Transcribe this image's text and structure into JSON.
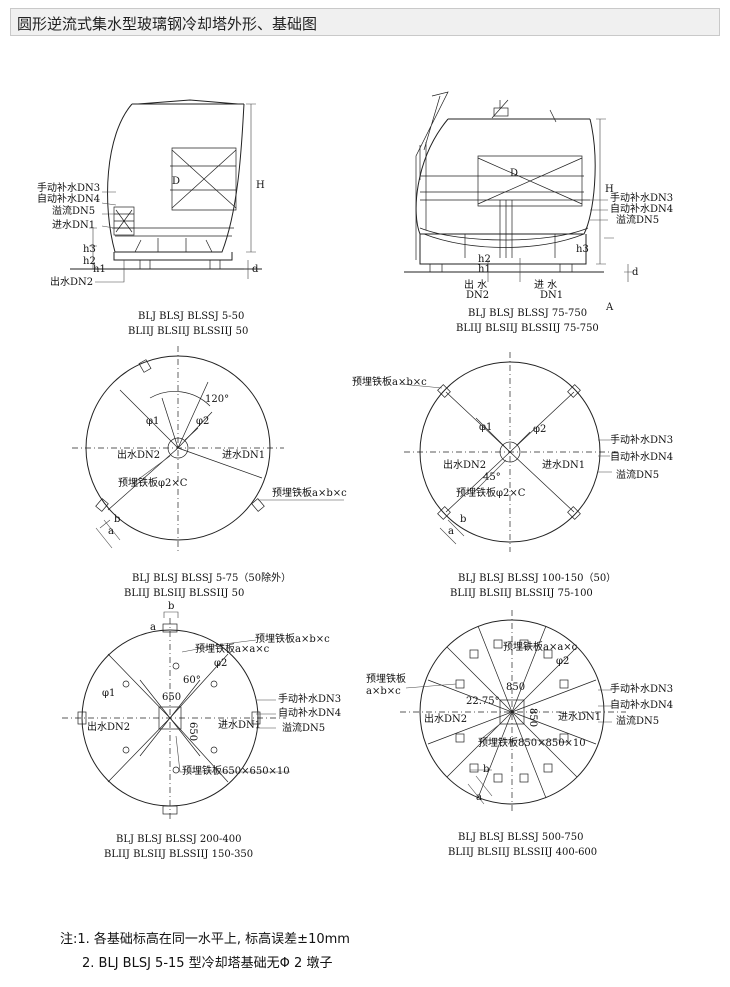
{
  "title": "圆形逆流式集水型玻璃钢冷却塔外形、基础图",
  "labels": {
    "make_up_dn3": "手动补水DN3",
    "auto_dn4": "自动补水DN4",
    "overflow_dn5": "溢流DN5",
    "inlet_dn1": "进水DN1",
    "outlet_dn2": "出水DN2",
    "inlet_short": "进 水",
    "outlet_short": "出 水",
    "dn1": "DN1",
    "dn2": "DN2",
    "dim_h": "H",
    "dim_h1": "h1",
    "dim_h2": "h2",
    "dim_h3": "h3",
    "dim_d": "d",
    "dim_D": "D",
    "phi1": "φ1",
    "phi2": "φ2",
    "plate_axbxc": "预埋铁板a×b×c",
    "plate_axaxc": "预埋铁板a×a×c",
    "plate_axb_l1": "预埋铁板",
    "plate_axb_l2": "a×b×c",
    "plate_phi2": "预埋铁板φ2×C",
    "plate_650": "预埋铁板650×650×10",
    "plate_850": "预埋铁板850×850×10",
    "ang120": "120°",
    "ang60": "60°",
    "ang45": "45°",
    "ang2275": "22.75°",
    "n650a": "650",
    "n650b": "650",
    "n850a": "850",
    "n850b": "850",
    "a": "a",
    "b": "b",
    "mark": "A"
  },
  "captions": {
    "c1a": "BLJ BLSJ BLSSJ 5-50",
    "c1b": "BLIIJ BLSIIJ BLSSIIJ 50",
    "c2a": "BLJ BLSJ BLSSJ 75-750",
    "c2b": "BLIIJ BLSIIJ BLSSIIJ 75-750",
    "c3a": "BLJ BLSJ BLSSJ 5-75（50除外）",
    "c3b": "BLIIJ BLSIIJ BLSSIIJ 50",
    "c4a": "BLJ BLSJ BLSSJ 100-150（50）",
    "c4b": "BLIIJ BLSIIJ BLSSIIJ 75-100",
    "c5a": "BLJ BLSJ BLSSJ 200-400",
    "c5b": "BLIIJ BLSIIJ BLSSIIJ 150-350",
    "c6a": "BLJ BLSJ BLSSJ 500-750",
    "c6b": "BLIIJ BLSIIJ BLSSIIJ 400-600"
  },
  "notes": {
    "n1": "注:1. 各基础标高在同一水平上, 标高误差±10mm",
    "n2": "2. BLJ  BLSJ  5-15 型冷却塔基础无Φ 2 墩子"
  }
}
